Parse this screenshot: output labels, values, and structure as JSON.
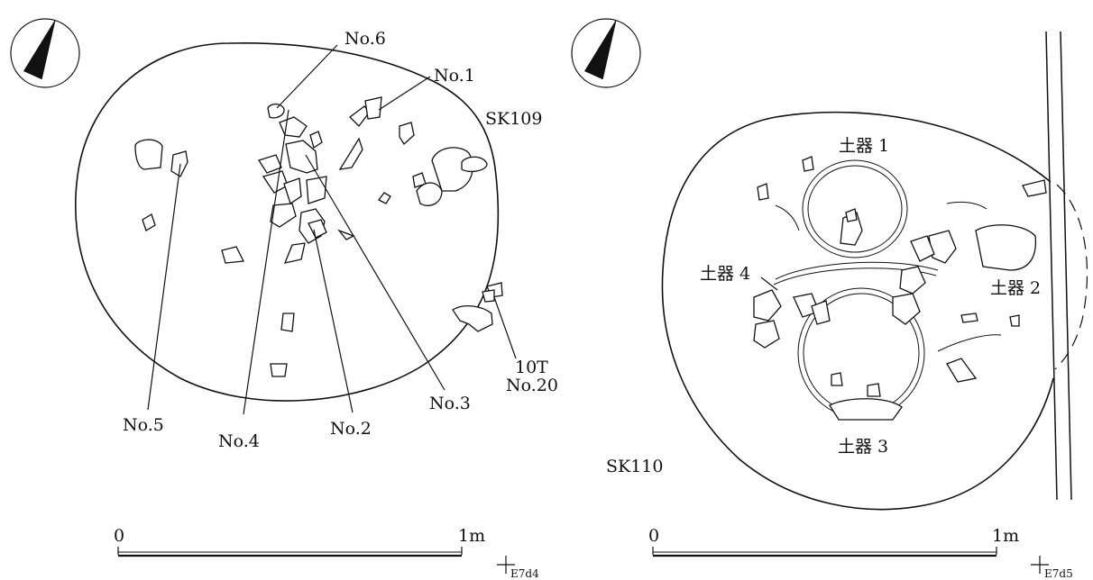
{
  "left_plan": {
    "feature": "SK109",
    "finds": [
      "No.1",
      "No.2",
      "No.3",
      "No.4",
      "No.5",
      "No.6"
    ],
    "trench_label": "10T",
    "trench_find": "No.20",
    "scale": {
      "zero": "0",
      "end": "1m"
    },
    "grid_point": "E7d4"
  },
  "right_plan": {
    "feature": "SK110",
    "pots": [
      "土器 1",
      "土器 2",
      "土器 3",
      "土器 4"
    ],
    "scale": {
      "zero": "0",
      "end": "1m"
    },
    "grid_point": "E7d5"
  }
}
